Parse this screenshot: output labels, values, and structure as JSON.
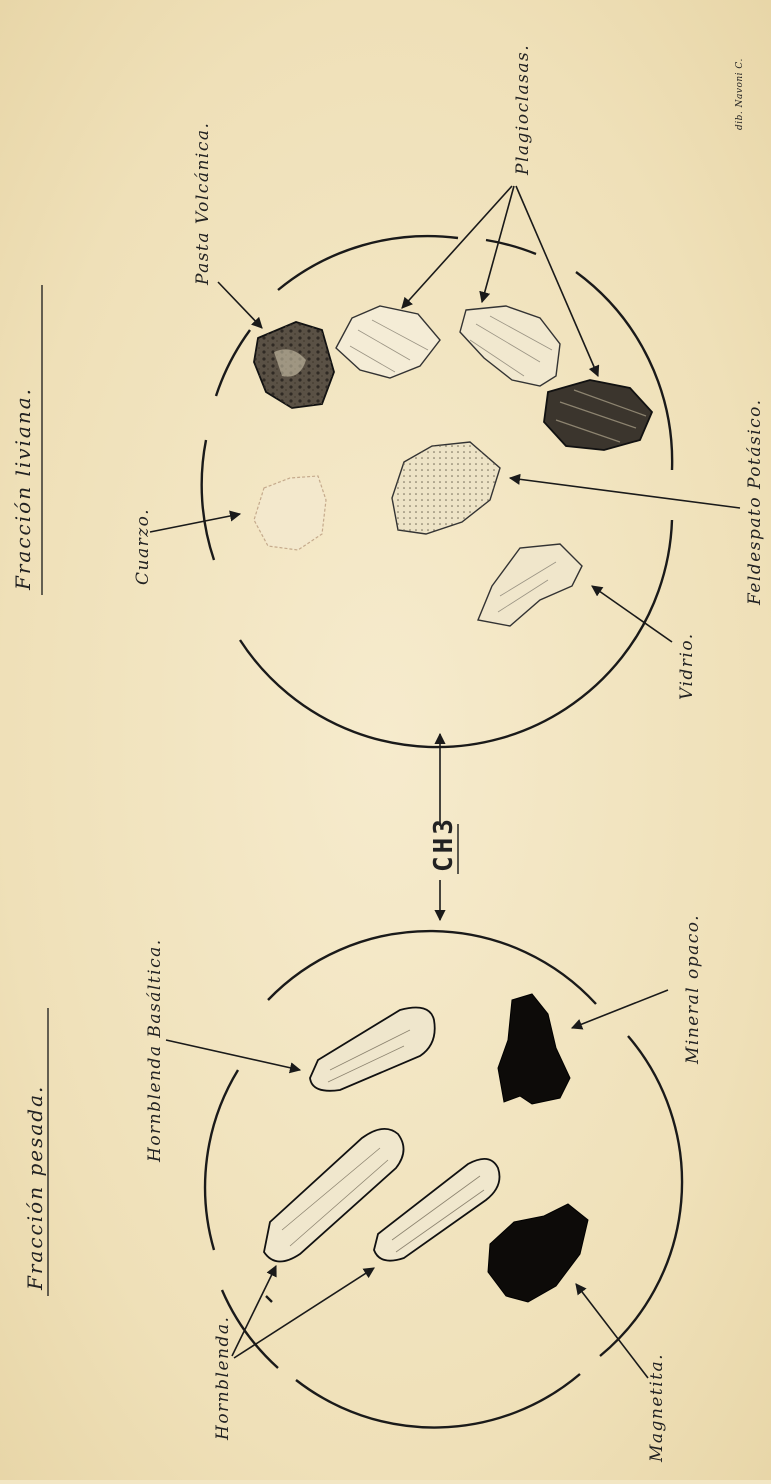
{
  "titles": {
    "light_fraction": "Fracción liviana.",
    "heavy_fraction": "Fracción pesada."
  },
  "sample_code": "CH3",
  "signature": "dib. Navoni C.",
  "light_labels": {
    "pasta_volcanica": "Pasta Volcánica.",
    "plagioclasas": "Plagioclasas.",
    "cuarzo": "Cuarzo.",
    "feldespato": "Feldespato Potásico.",
    "vidrio": "Vidrio."
  },
  "heavy_labels": {
    "hornblenda_basaltica": "Hornblenda Basáltica.",
    "hornblenda": "Hornblenda.",
    "mineral_opaco": "Mineral opaco.",
    "magnetita": "Magnetita."
  }
}
